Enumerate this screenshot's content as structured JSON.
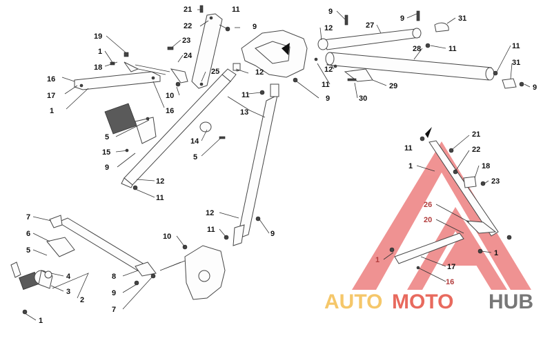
{
  "watermark": {
    "auto": "AUTO",
    "moto": "MOTO",
    "hub": "HUB"
  },
  "colors": {
    "watermark_red": "#e33a3a",
    "watermark_orange": "#f5c76a",
    "watermark_gray": "#777777",
    "line": "#333333"
  },
  "labels": {
    "l21a": "21",
    "l11a": "11",
    "l22a": "22",
    "l9a": "9",
    "l23a": "23",
    "l24": "24",
    "l25": "25",
    "l19": "19",
    "l1a": "1",
    "l18a": "18",
    "l16a": "16",
    "l17a": "17",
    "l1b": "1",
    "l10a": "10",
    "l16b": "16",
    "l12a": "12",
    "l11b": "11",
    "l13": "13",
    "l9b": "9",
    "l9c": "9",
    "l12b": "12",
    "l27": "27",
    "l9d": "9",
    "l31a": "31",
    "l11c": "11",
    "l28": "28",
    "l12c": "12",
    "l11d": "11",
    "l29": "29",
    "l30": "30",
    "l11e": "11",
    "l31b": "31",
    "l9e": "9",
    "l5a": "5",
    "l15": "15",
    "l9f": "9",
    "l14": "14",
    "l5b": "5",
    "l12d": "12",
    "l11f": "11",
    "l12e": "12",
    "l11g": "11",
    "l9g": "9",
    "l10b": "10",
    "l7a": "7",
    "l6": "6",
    "l5c": "5",
    "l4": "4",
    "l3": "3",
    "l2": "2",
    "l1c": "1",
    "l8": "8",
    "l9h": "9",
    "l7b": "7",
    "l11h": "11",
    "l21b": "21",
    "l22b": "22",
    "l1d": "1",
    "l18b": "18",
    "l23b": "23",
    "l26": "26",
    "l20": "20",
    "l1e": "1",
    "l17b": "17",
    "l16c": "16",
    "l1f": "1"
  }
}
